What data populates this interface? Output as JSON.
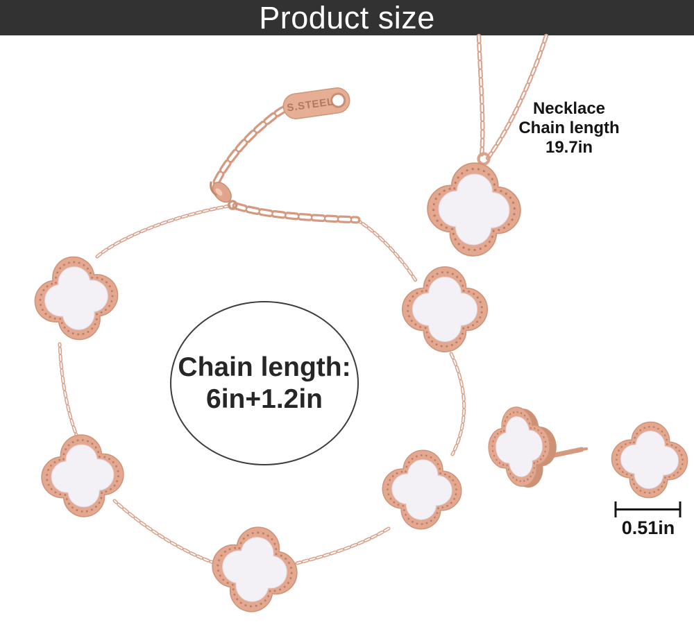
{
  "banner": {
    "title": "Product size",
    "background": "#323232",
    "text_color": "#ffffff"
  },
  "annotations": {
    "necklace_length": {
      "line1": "Necklace",
      "line2": "Chain length",
      "line3": "19.7in"
    },
    "bracelet_length": {
      "line1": "Chain length:",
      "line2": "6in+1.2in"
    },
    "earring_size": {
      "value": "0.51in"
    }
  },
  "jewelry": {
    "tag_engraving": "S.STEEL",
    "bracelet_clover_count": 5,
    "colors": {
      "rose_gold": "#d9a28c",
      "rose_gold_dark": "#bb7e62",
      "pearl_white": "#f3f1f6",
      "annotation_black": "#151515"
    }
  }
}
